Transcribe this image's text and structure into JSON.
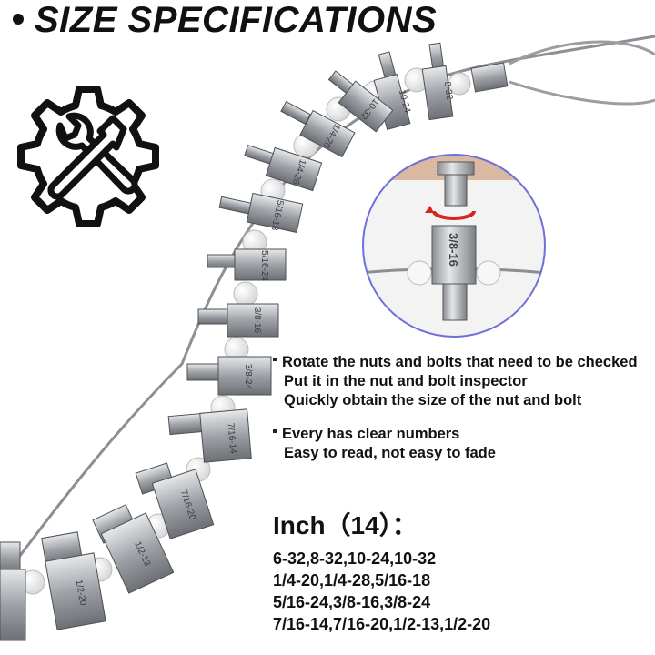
{
  "title": "SIZE SPECIFICATIONS",
  "icon": "wrench-hammer-gear-icon",
  "bullets": [
    {
      "lines": [
        "Rotate the nuts and bolts that need to be checked",
        "Put it in the nut and bolt inspector",
        "Quickly obtain the size of the nut and bolt"
      ]
    },
    {
      "lines": [
        "Every has clear numbers",
        "Easy to read, not easy to fade"
      ]
    }
  ],
  "inch_title": "Inch（14）：",
  "size_lines": [
    "6-32,8-32,10-24,10-32",
    "1/4-20,1/4-28,5/16-18",
    "5/16-24,3/8-16,3/8-24",
    "7/16-14,7/16-20,1/2-13,1/2-20"
  ],
  "chain_labels": [
    "8-32",
    "10-24",
    "10-32",
    "1/4-20",
    "1/4-28",
    "5/16-18",
    "5/16-24",
    "3/8-16",
    "3/8-24",
    "7/16-14",
    "7/16-20",
    "1/2-13",
    "1/2-20"
  ],
  "inset_label": "3/8-16",
  "colors": {
    "accent_red": "#d9241b",
    "inset_ring": "#6f6fd8",
    "metal": "#b9bcc0",
    "bead": "#f4f4f4"
  }
}
